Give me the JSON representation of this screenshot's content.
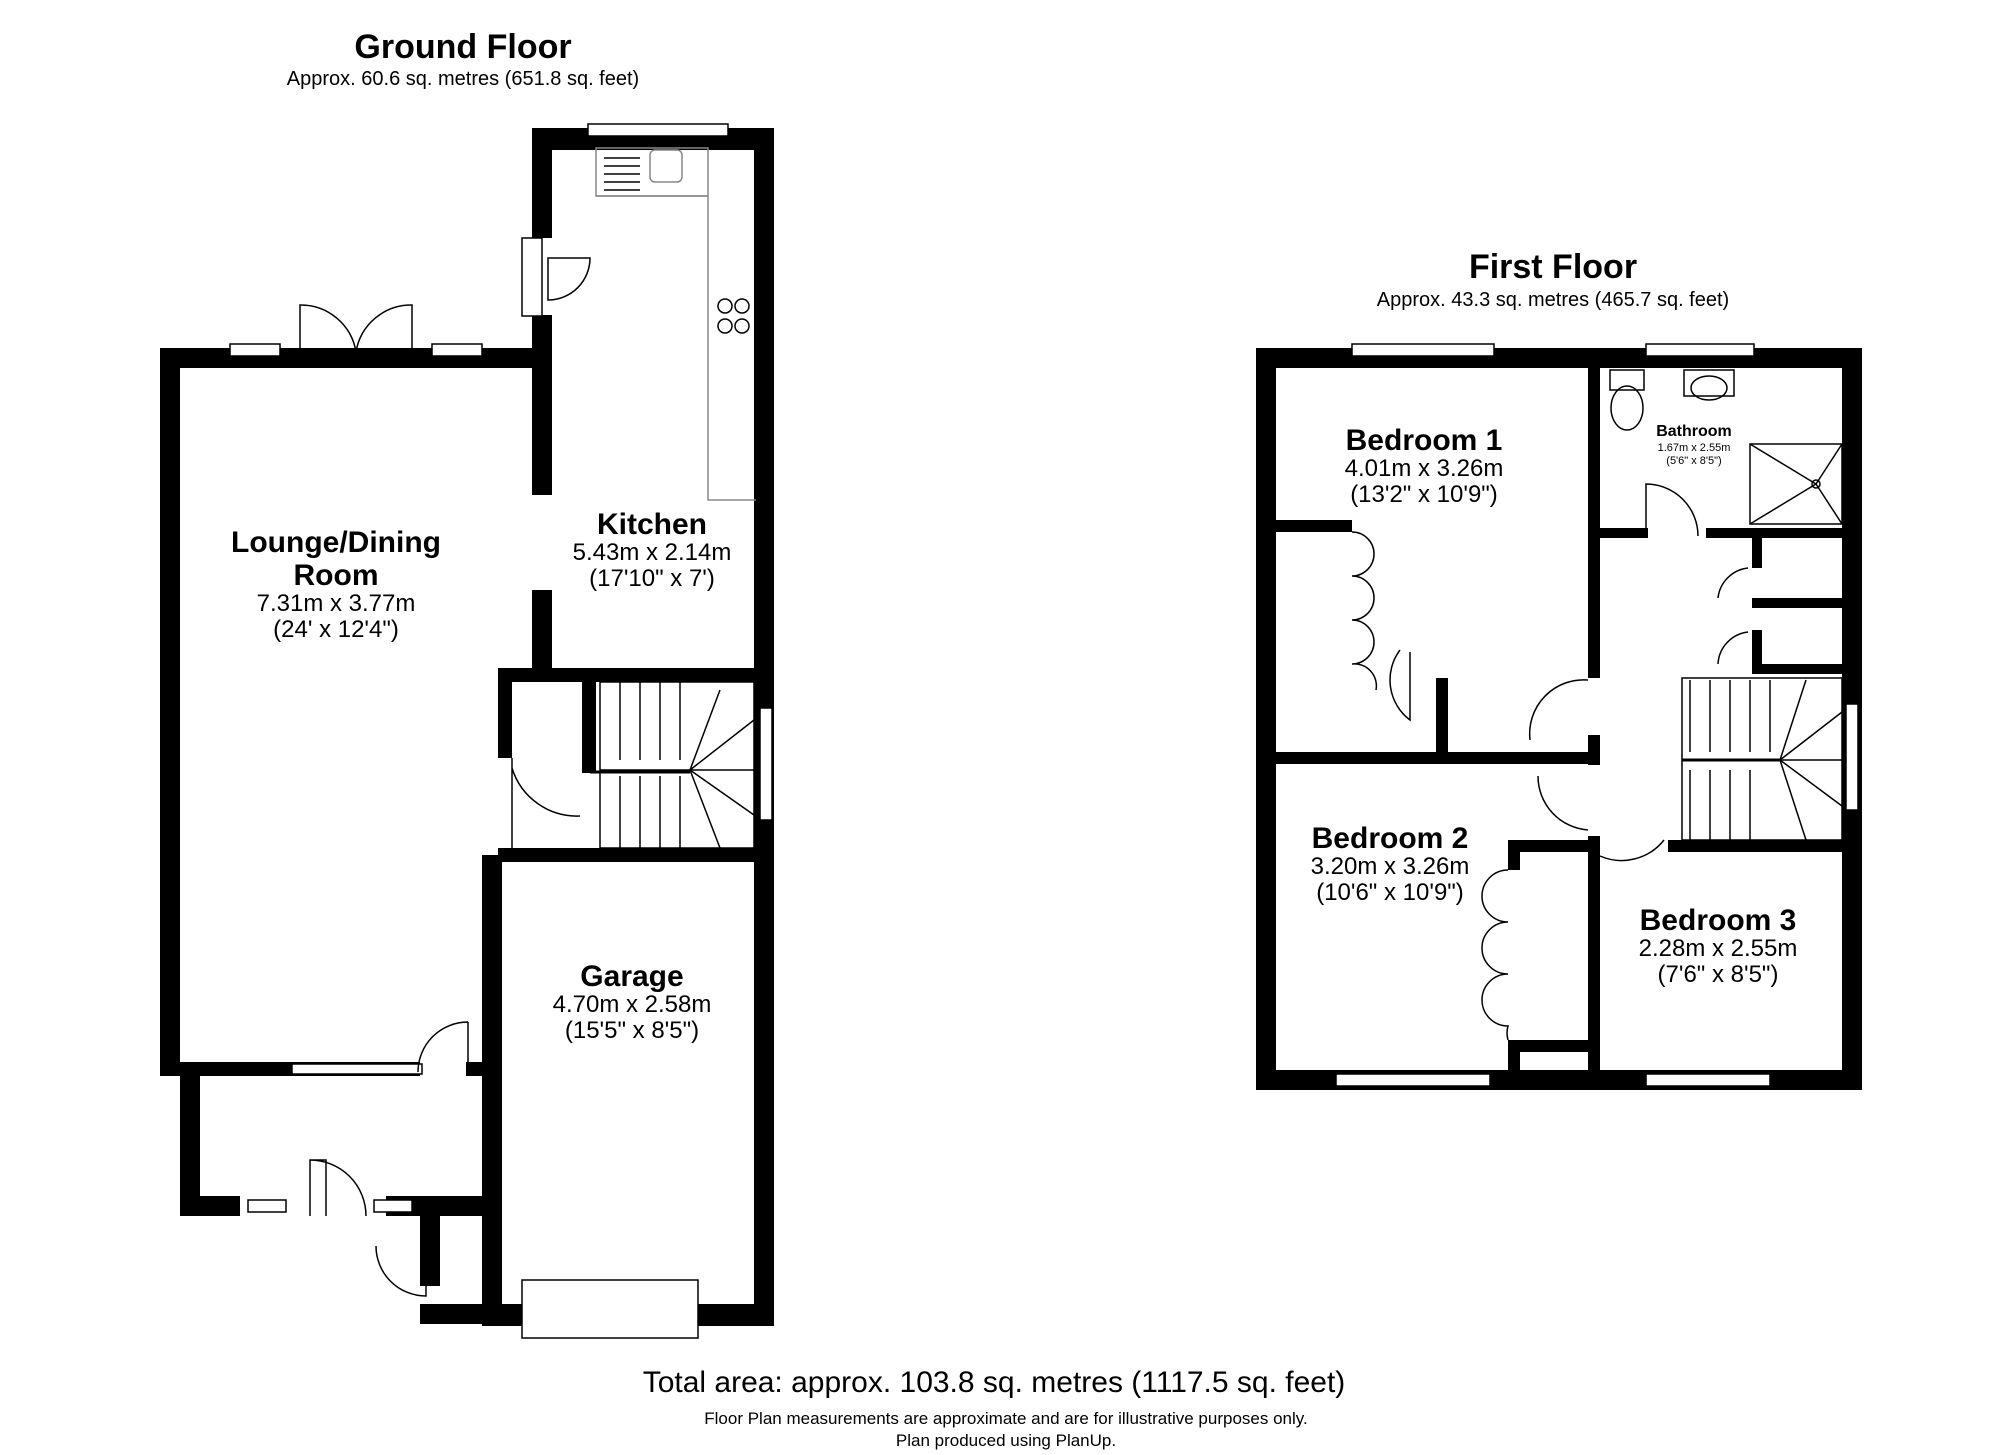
{
  "ground_floor": {
    "title": "Ground Floor",
    "area": "Approx. 60.6 sq. metres (651.8 sq. feet)",
    "rooms": [
      {
        "name_line1": "Lounge/Dining",
        "name_line2": "Room",
        "size": "7.31m x 3.77m",
        "imperial": "(24' x 12'4\")"
      },
      {
        "name_line1": "Kitchen",
        "size": "5.43m x 2.14m",
        "imperial": "(17'10\" x 7')"
      },
      {
        "name_line1": "Garage",
        "size": "4.70m x 2.58m",
        "imperial": "(15'5\" x 8'5\")"
      }
    ]
  },
  "first_floor": {
    "title": "First Floor",
    "area": "Approx. 43.3 sq. metres (465.7 sq. feet)",
    "rooms": [
      {
        "name_line1": "Bedroom 1",
        "size": "4.01m x 3.26m",
        "imperial": "(13'2\" x 10'9\")"
      },
      {
        "name_line1": "Bathroom",
        "size": "1.67m x 2.55m",
        "imperial": "(5'6\" x 8'5\")"
      },
      {
        "name_line1": "Bedroom 2",
        "size": "3.20m x 3.26m",
        "imperial": "(10'6\" x 10'9\")"
      },
      {
        "name_line1": "Bedroom 3",
        "size": "2.28m x 2.55m",
        "imperial": "(7'6\" x 8'5\")"
      }
    ]
  },
  "footer": {
    "total": "Total area: approx. 103.8 sq. metres (1117.5 sq. feet)",
    "disclaimer": "Floor Plan measurements are approximate and are for illustrative purposes only.",
    "credit": "Plan produced using PlanUp."
  },
  "colors": {
    "wall": "#000000",
    "background": "#ffffff",
    "fixture": "#888888"
  }
}
